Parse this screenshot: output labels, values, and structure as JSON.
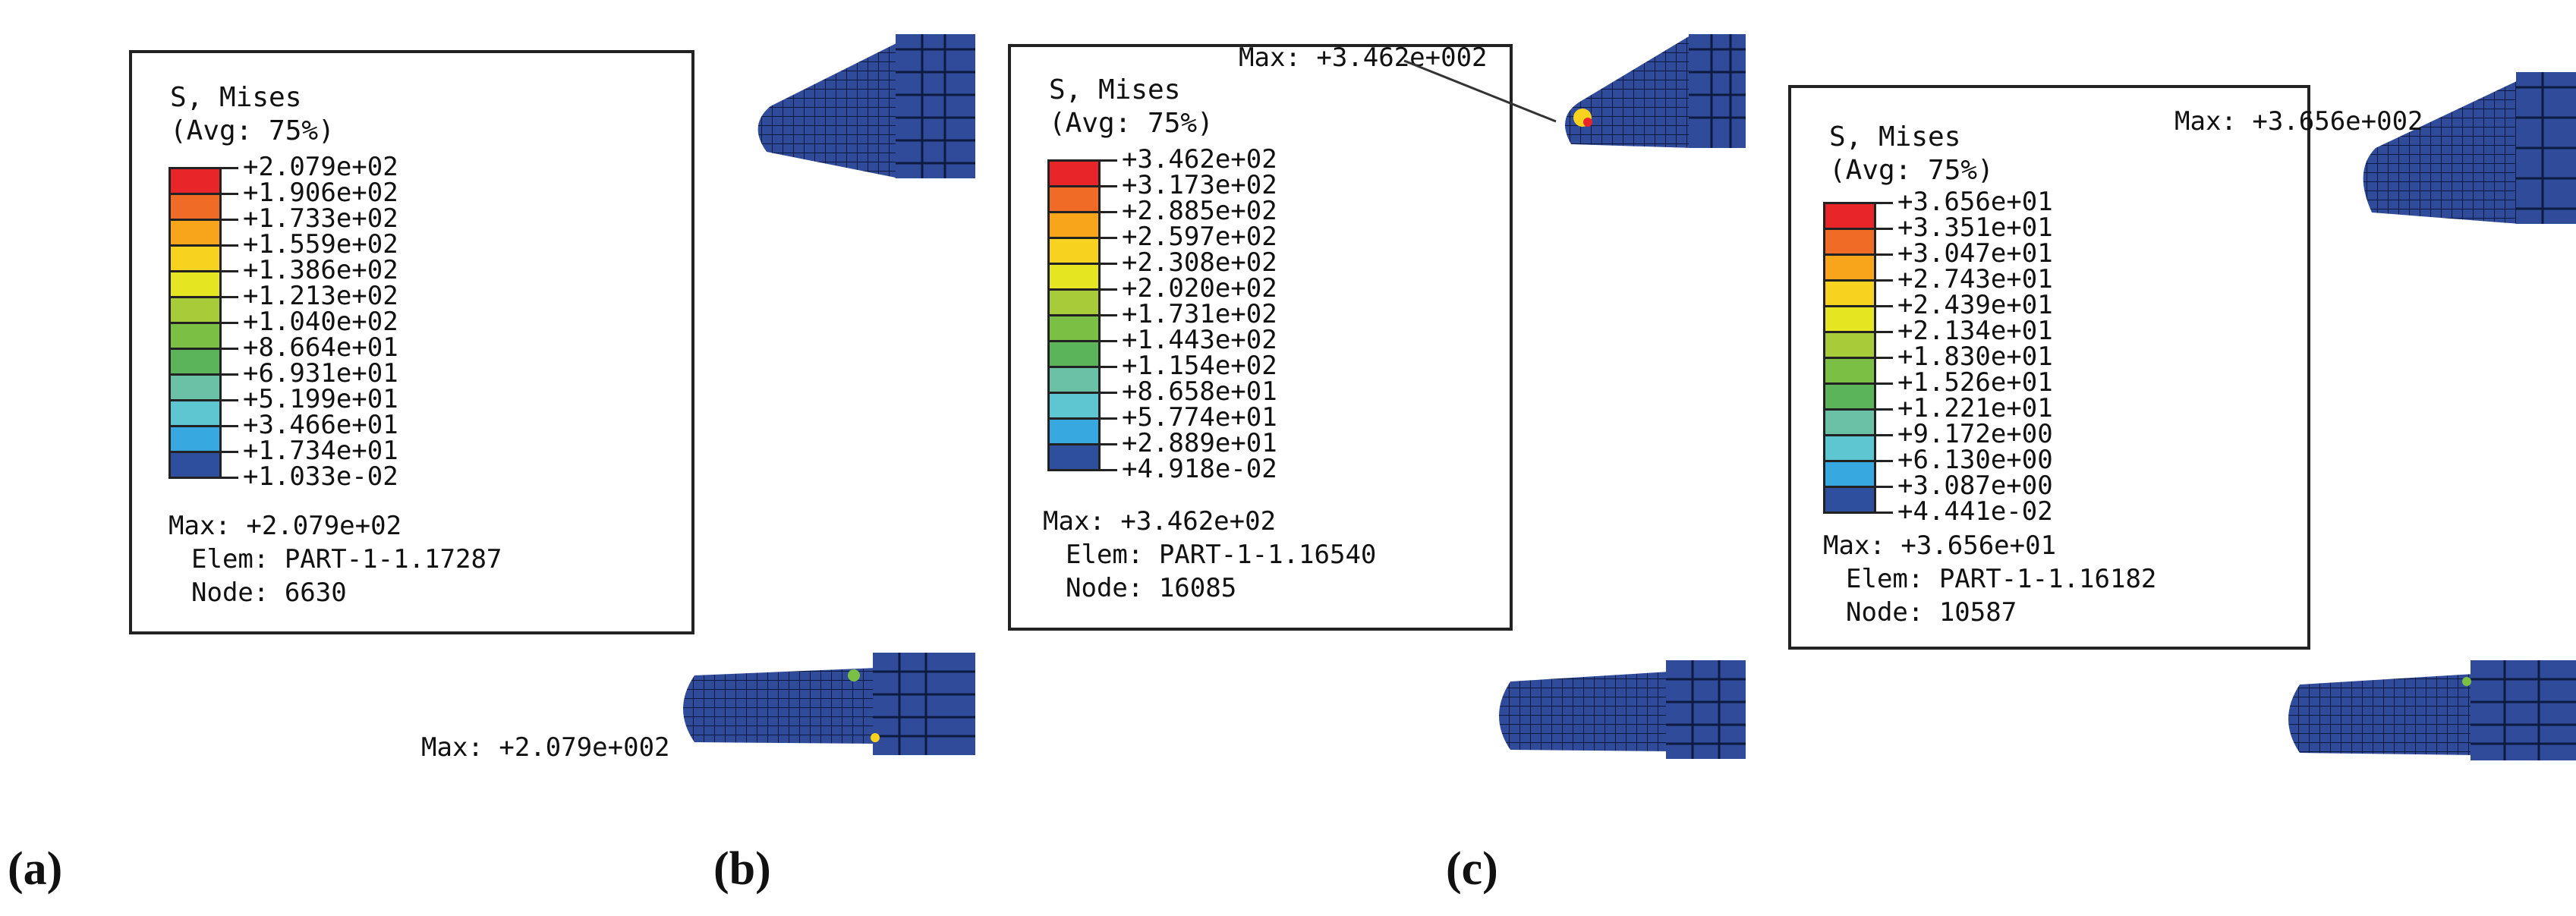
{
  "colors": [
    "#e8262a",
    "#f06b25",
    "#f9a51c",
    "#f7d21e",
    "#e6e522",
    "#a8cb3a",
    "#7cbf45",
    "#5cb45a",
    "#6ac1a6",
    "#5ec6d0",
    "#37a9e0",
    "#3b6fb6",
    "#2e4f9e"
  ],
  "panels": [
    {
      "tag": "(a)",
      "title1": "S, Mises",
      "title2": "(Avg: 75%)",
      "labels": [
        "+2.079e+02",
        "+1.906e+02",
        "+1.733e+02",
        "+1.559e+02",
        "+1.386e+02",
        "+1.213e+02",
        "+1.040e+02",
        "+8.664e+01",
        "+6.931e+01",
        "+5.199e+01",
        "+3.466e+01",
        "+1.734e+01",
        "+1.033e-02"
      ],
      "max": "Max: +2.079e+02",
      "elem": "Elem: PART-1-1.17287",
      "node": "Node: 6630",
      "model_note": "Max: +2.079e+002"
    },
    {
      "tag": "(b)",
      "title1": "S, Mises",
      "title2": "(Avg: 75%)",
      "labels": [
        "+3.462e+02",
        "+3.173e+02",
        "+2.885e+02",
        "+2.597e+02",
        "+2.308e+02",
        "+2.020e+02",
        "+1.731e+02",
        "+1.443e+02",
        "+1.154e+02",
        "+8.658e+01",
        "+5.774e+01",
        "+2.889e+01",
        "+4.918e-02"
      ],
      "max": "Max: +3.462e+02",
      "elem": "Elem: PART-1-1.16540",
      "node": "Node: 16085",
      "model_note": "Max: +3.462e+002"
    },
    {
      "tag": "(c)",
      "title1": "S, Mises",
      "title2": "(Avg: 75%)",
      "labels": [
        "+3.656e+01",
        "+3.351e+01",
        "+3.047e+01",
        "+2.743e+01",
        "+2.439e+01",
        "+2.134e+01",
        "+1.830e+01",
        "+1.526e+01",
        "+1.221e+01",
        "+9.172e+00",
        "+6.130e+00",
        "+3.087e+00",
        "+4.441e-02"
      ],
      "max": "Max: +3.656e+01",
      "elem": "Elem: PART-1-1.16182",
      "node": "Node: 10587",
      "model_note": "Max: +3.656e+002"
    }
  ]
}
